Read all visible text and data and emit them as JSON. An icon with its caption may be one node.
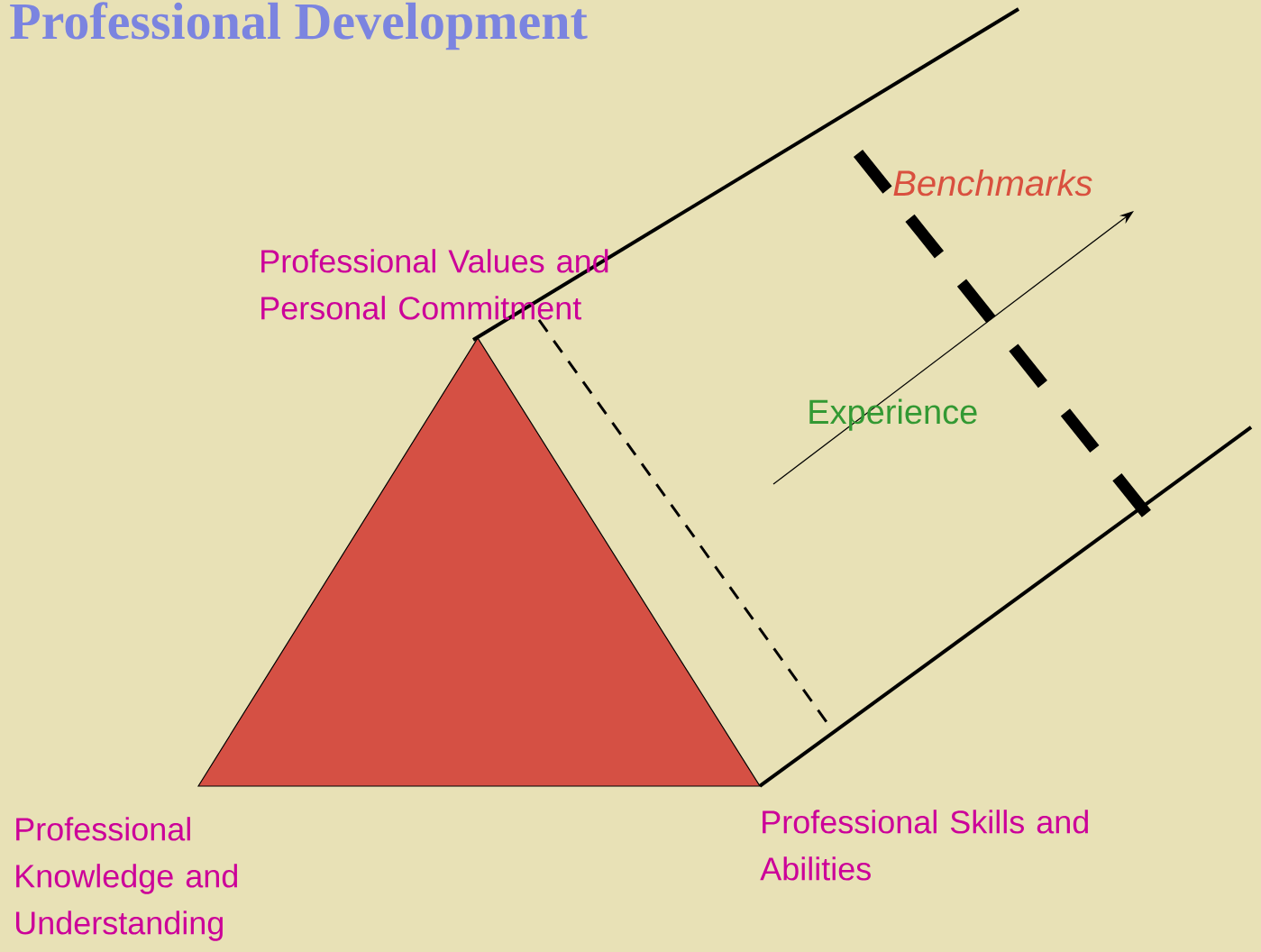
{
  "diagram": {
    "title": "Professional Development",
    "labels": [
      "Benchmarks",
      "Professional Values and Personal Commitment",
      "Experience",
      "Professional Skills and Abilities",
      "Professional Knowledge and Understanding"
    ]
  }
}
